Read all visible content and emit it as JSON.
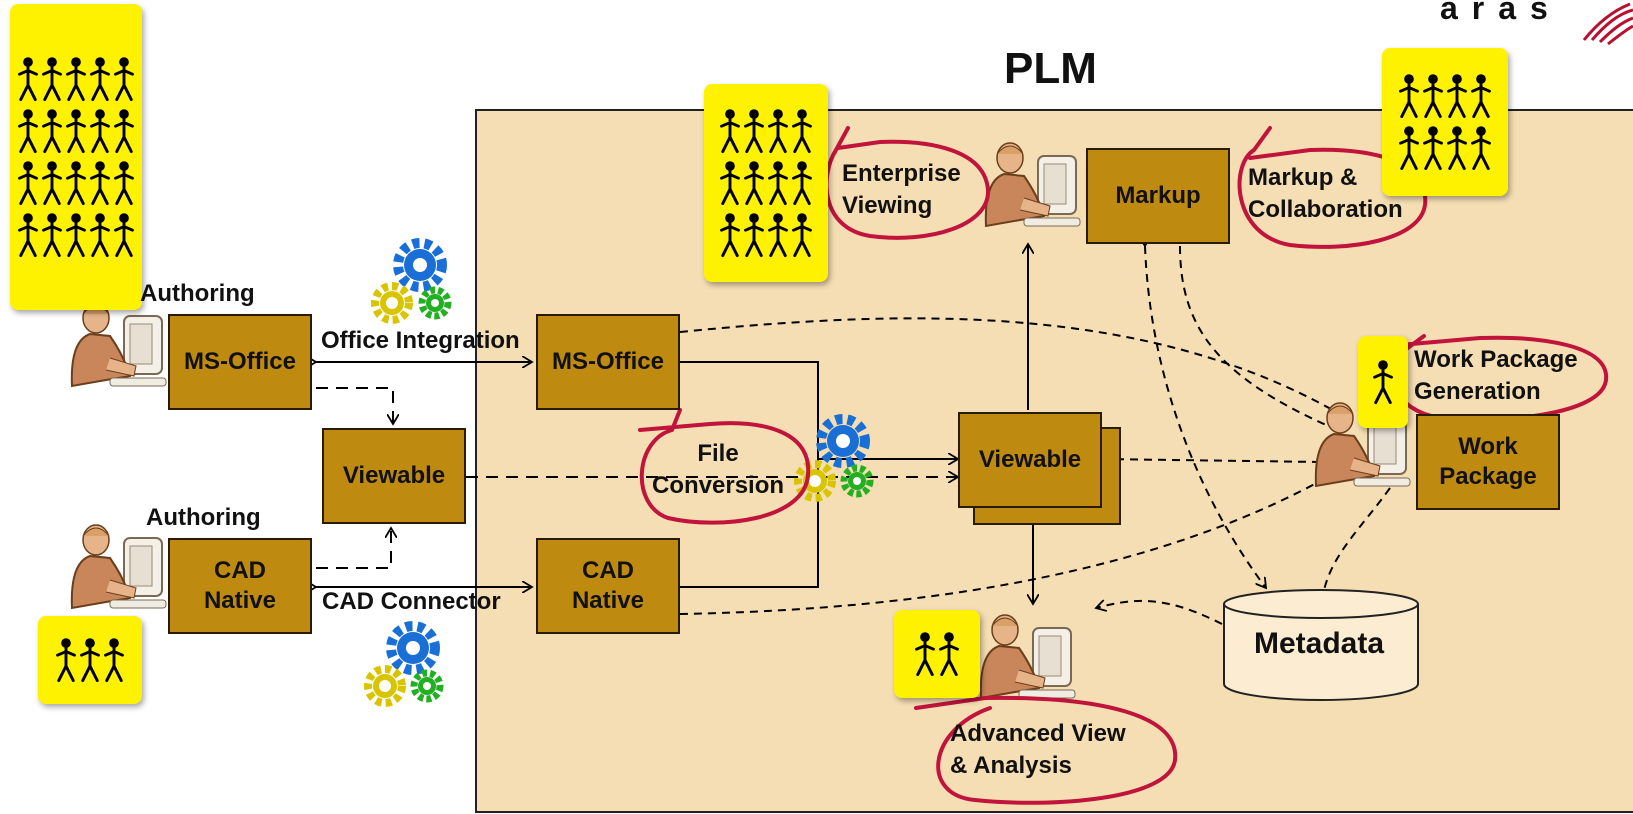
{
  "title": "PLM",
  "logo": "aras",
  "colors": {
    "box": "#bf8a10",
    "region": "#f5deb3",
    "note": "#fff200",
    "circle": "#c0143c",
    "gearBlue": "#1a6fd6",
    "gearYellow": "#d9c400",
    "gearGreen": "#22b022"
  },
  "labels": {
    "authoring_top": "Authoring",
    "authoring_bottom": "Authoring",
    "office_integration": "Office Integration",
    "cad_connector": "CAD Connector",
    "enterprise_viewing": "Enterprise\nViewing",
    "file_conversion": "File\nConversion",
    "markup_collab": "Markup &\nCollaboration",
    "work_package_gen": "Work Package\nGeneration",
    "advanced_view": "Advanced View\n& Analysis"
  },
  "boxes": {
    "ms_office_left": "MS-Office",
    "viewable_left": "Viewable",
    "cad_native_left": "CAD\nNative",
    "ms_office_plm": "MS-Office",
    "cad_native_plm": "CAD\nNative",
    "viewable_plm": "Viewable",
    "markup": "Markup",
    "work_package": "Work\nPackage",
    "metadata": "Metadata"
  },
  "icons": [
    "person-figure-icon",
    "gears-icon",
    "user-at-computer-icon"
  ]
}
